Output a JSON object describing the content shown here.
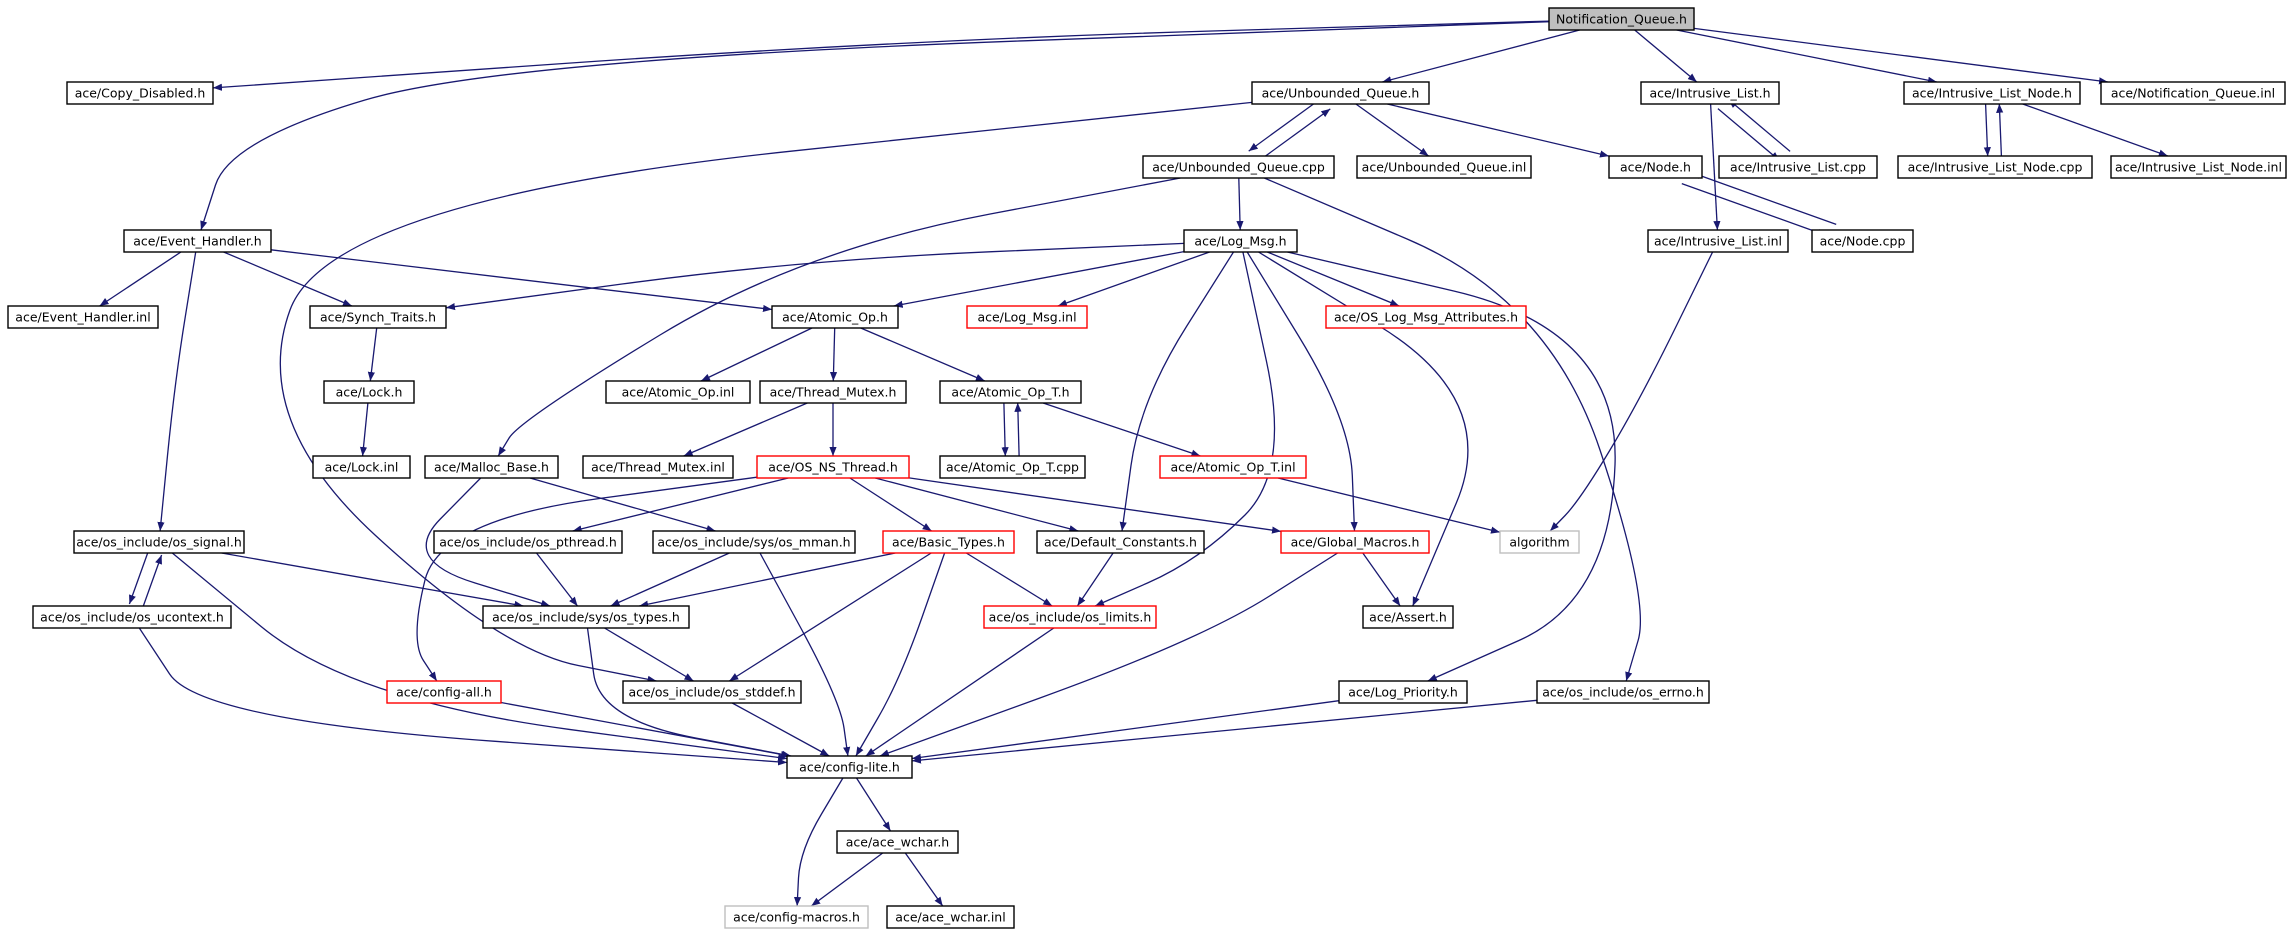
{
  "colors": {
    "edge": "#191970",
    "border_normal": "#000000",
    "border_red": "#ff0000",
    "border_gray": "#bfbfbf",
    "fill_root": "#bfbfbf",
    "fill_normal": "#ffffff"
  },
  "nodes": [
    {
      "id": "nq",
      "label": "Notification_Queue.h",
      "kind": "root"
    },
    {
      "id": "cd",
      "label": "ace/Copy_Disabled.h",
      "kind": "normal"
    },
    {
      "id": "ubq",
      "label": "ace/Unbounded_Queue.h",
      "kind": "normal"
    },
    {
      "id": "il",
      "label": "ace/Intrusive_List.h",
      "kind": "normal"
    },
    {
      "id": "iln",
      "label": "ace/Intrusive_List_Node.h",
      "kind": "normal"
    },
    {
      "id": "nqinl",
      "label": "ace/Notification_Queue.inl",
      "kind": "normal"
    },
    {
      "id": "ubqcpp",
      "label": "ace/Unbounded_Queue.cpp",
      "kind": "normal"
    },
    {
      "id": "ubqinl",
      "label": "ace/Unbounded_Queue.inl",
      "kind": "normal"
    },
    {
      "id": "node",
      "label": "ace/Node.h",
      "kind": "normal"
    },
    {
      "id": "ilcpp",
      "label": "ace/Intrusive_List.cpp",
      "kind": "normal"
    },
    {
      "id": "ilncpp",
      "label": "ace/Intrusive_List_Node.cpp",
      "kind": "normal"
    },
    {
      "id": "ilninl",
      "label": "ace/Intrusive_List_Node.inl",
      "kind": "normal"
    },
    {
      "id": "eh",
      "label": "ace/Event_Handler.h",
      "kind": "normal"
    },
    {
      "id": "lm",
      "label": "ace/Log_Msg.h",
      "kind": "normal"
    },
    {
      "id": "ilinl",
      "label": "ace/Intrusive_List.inl",
      "kind": "normal"
    },
    {
      "id": "nodecpp",
      "label": "ace/Node.cpp",
      "kind": "normal"
    },
    {
      "id": "ehinl",
      "label": "ace/Event_Handler.inl",
      "kind": "normal"
    },
    {
      "id": "st",
      "label": "ace/Synch_Traits.h",
      "kind": "normal"
    },
    {
      "id": "ao",
      "label": "ace/Atomic_Op.h",
      "kind": "normal"
    },
    {
      "id": "lminl",
      "label": "ace/Log_Msg.inl",
      "kind": "red"
    },
    {
      "id": "oslma",
      "label": "ace/OS_Log_Msg_Attributes.h",
      "kind": "red"
    },
    {
      "id": "lock",
      "label": "ace/Lock.h",
      "kind": "normal"
    },
    {
      "id": "aoinl",
      "label": "ace/Atomic_Op.inl",
      "kind": "normal"
    },
    {
      "id": "tm",
      "label": "ace/Thread_Mutex.h",
      "kind": "normal"
    },
    {
      "id": "aot",
      "label": "ace/Atomic_Op_T.h",
      "kind": "normal"
    },
    {
      "id": "lockinl",
      "label": "ace/Lock.inl",
      "kind": "normal"
    },
    {
      "id": "mb",
      "label": "ace/Malloc_Base.h",
      "kind": "normal"
    },
    {
      "id": "tminl",
      "label": "ace/Thread_Mutex.inl",
      "kind": "normal"
    },
    {
      "id": "osns",
      "label": "ace/OS_NS_Thread.h",
      "kind": "red"
    },
    {
      "id": "aotcpp",
      "label": "ace/Atomic_Op_T.cpp",
      "kind": "normal"
    },
    {
      "id": "aotinl",
      "label": "ace/Atomic_Op_T.inl",
      "kind": "red"
    },
    {
      "id": "ossig",
      "label": "ace/os_include/os_signal.h",
      "kind": "normal"
    },
    {
      "id": "ospth",
      "label": "ace/os_include/os_pthread.h",
      "kind": "normal"
    },
    {
      "id": "osmman",
      "label": "ace/os_include/sys/os_mman.h",
      "kind": "normal"
    },
    {
      "id": "bt",
      "label": "ace/Basic_Types.h",
      "kind": "red"
    },
    {
      "id": "dc",
      "label": "ace/Default_Constants.h",
      "kind": "normal"
    },
    {
      "id": "gm",
      "label": "ace/Global_Macros.h",
      "kind": "red"
    },
    {
      "id": "algo",
      "label": "algorithm",
      "kind": "gray"
    },
    {
      "id": "osuc",
      "label": "ace/os_include/os_ucontext.h",
      "kind": "normal"
    },
    {
      "id": "ostypes",
      "label": "ace/os_include/sys/os_types.h",
      "kind": "normal"
    },
    {
      "id": "oslim",
      "label": "ace/os_include/os_limits.h",
      "kind": "red"
    },
    {
      "id": "assert",
      "label": "ace/Assert.h",
      "kind": "normal"
    },
    {
      "id": "cfgall",
      "label": "ace/config-all.h",
      "kind": "red"
    },
    {
      "id": "osstd",
      "label": "ace/os_include/os_stddef.h",
      "kind": "normal"
    },
    {
      "id": "lp",
      "label": "ace/Log_Priority.h",
      "kind": "normal"
    },
    {
      "id": "oserr",
      "label": "ace/os_include/os_errno.h",
      "kind": "normal"
    },
    {
      "id": "cl",
      "label": "ace/config-lite.h",
      "kind": "normal"
    },
    {
      "id": "wchar",
      "label": "ace/ace_wchar.h",
      "kind": "normal"
    },
    {
      "id": "cm",
      "label": "ace/config-macros.h",
      "kind": "gray"
    },
    {
      "id": "wcharinl",
      "label": "ace/ace_wchar.inl",
      "kind": "normal"
    }
  ],
  "edges": [
    [
      "nq",
      "cd"
    ],
    [
      "nq",
      "ubq"
    ],
    [
      "nq",
      "il"
    ],
    [
      "nq",
      "iln"
    ],
    [
      "nq",
      "nqinl"
    ],
    [
      "nq",
      "eh"
    ],
    [
      "ubq",
      "ubqcpp"
    ],
    [
      "ubqcpp",
      "ubq"
    ],
    [
      "ubq",
      "ubqinl"
    ],
    [
      "ubq",
      "node"
    ],
    [
      "ubq",
      "osstd"
    ],
    [
      "il",
      "ilcpp"
    ],
    [
      "ilcpp",
      "il"
    ],
    [
      "il",
      "ilinl"
    ],
    [
      "iln",
      "ilncpp"
    ],
    [
      "ilncpp",
      "iln"
    ],
    [
      "iln",
      "ilninl"
    ],
    [
      "node",
      "nodecpp"
    ],
    [
      "nodecpp",
      "node"
    ],
    [
      "ubqcpp",
      "lm"
    ],
    [
      "ubqcpp",
      "mb"
    ],
    [
      "ubqcpp",
      "oserr"
    ],
    [
      "eh",
      "ehinl"
    ],
    [
      "eh",
      "st"
    ],
    [
      "eh",
      "ao"
    ],
    [
      "eh",
      "ossig"
    ],
    [
      "lm",
      "st"
    ],
    [
      "lm",
      "ao"
    ],
    [
      "lm",
      "lminl"
    ],
    [
      "lm",
      "oslma"
    ],
    [
      "lm",
      "dc"
    ],
    [
      "lm",
      "oslim"
    ],
    [
      "lm",
      "gm"
    ],
    [
      "lm",
      "assert"
    ],
    [
      "lm",
      "lp"
    ],
    [
      "ilinl",
      "algo"
    ],
    [
      "st",
      "lock"
    ],
    [
      "lock",
      "lockinl"
    ],
    [
      "ao",
      "aoinl"
    ],
    [
      "ao",
      "tm"
    ],
    [
      "ao",
      "aot"
    ],
    [
      "tm",
      "tminl"
    ],
    [
      "tm",
      "osns"
    ],
    [
      "aot",
      "aotcpp"
    ],
    [
      "aotcpp",
      "aot"
    ],
    [
      "aot",
      "aotinl"
    ],
    [
      "aotinl",
      "algo"
    ],
    [
      "mb",
      "ostypes"
    ],
    [
      "mb",
      "osmman"
    ],
    [
      "osns",
      "ospth"
    ],
    [
      "osns",
      "bt"
    ],
    [
      "osns",
      "dc"
    ],
    [
      "osns",
      "gm"
    ],
    [
      "osns",
      "cfgall"
    ],
    [
      "ossig",
      "osuc"
    ],
    [
      "osuc",
      "ossig"
    ],
    [
      "ossig",
      "ostypes"
    ],
    [
      "ossig",
      "cl"
    ],
    [
      "ospth",
      "ostypes"
    ],
    [
      "osmman",
      "ostypes"
    ],
    [
      "osmman",
      "cl"
    ],
    [
      "bt",
      "ostypes"
    ],
    [
      "bt",
      "osstd"
    ],
    [
      "bt",
      "oslim"
    ],
    [
      "bt",
      "cl"
    ],
    [
      "dc",
      "oslim"
    ],
    [
      "gm",
      "assert"
    ],
    [
      "gm",
      "cl"
    ],
    [
      "osuc",
      "cl"
    ],
    [
      "ostypes",
      "osstd"
    ],
    [
      "ostypes",
      "cl"
    ],
    [
      "oslim",
      "cl"
    ],
    [
      "cfgall",
      "cl"
    ],
    [
      "osstd",
      "cl"
    ],
    [
      "lp",
      "cl"
    ],
    [
      "oserr",
      "cl"
    ],
    [
      "cl",
      "wchar"
    ],
    [
      "cl",
      "cm"
    ],
    [
      "wchar",
      "cm"
    ],
    [
      "wchar",
      "wcharinl"
    ]
  ]
}
